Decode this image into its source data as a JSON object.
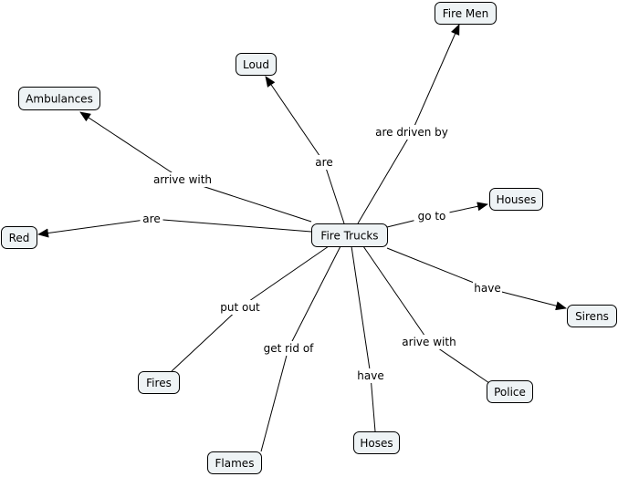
{
  "map": {
    "center": {
      "id": "fire_trucks",
      "label": "Fire Trucks"
    },
    "nodes": [
      {
        "id": "fire_men",
        "label": "Fire Men"
      },
      {
        "id": "loud",
        "label": "Loud"
      },
      {
        "id": "ambulances",
        "label": "Ambulances"
      },
      {
        "id": "houses",
        "label": "Houses"
      },
      {
        "id": "red",
        "label": "Red"
      },
      {
        "id": "sirens",
        "label": "Sirens"
      },
      {
        "id": "fires",
        "label": "Fires"
      },
      {
        "id": "police",
        "label": "Police"
      },
      {
        "id": "hoses",
        "label": "Hoses"
      },
      {
        "id": "flames",
        "label": "Flames"
      }
    ],
    "links": [
      {
        "to": "fire_men",
        "label": "are driven by",
        "arrow": true
      },
      {
        "to": "loud",
        "label": "are",
        "arrow": true
      },
      {
        "to": "ambulances",
        "label": "arrive with",
        "arrow": true
      },
      {
        "to": "houses",
        "label": "go to",
        "arrow": true
      },
      {
        "to": "red",
        "label": "are",
        "arrow": true
      },
      {
        "to": "sirens",
        "label": "have",
        "arrow": true
      },
      {
        "to": "fires",
        "label": "put out",
        "arrow": false
      },
      {
        "to": "police",
        "label": "arive with",
        "arrow": false
      },
      {
        "to": "hoses",
        "label": "have",
        "arrow": false
      },
      {
        "to": "flames",
        "label": "get rid of",
        "arrow": false
      }
    ]
  }
}
